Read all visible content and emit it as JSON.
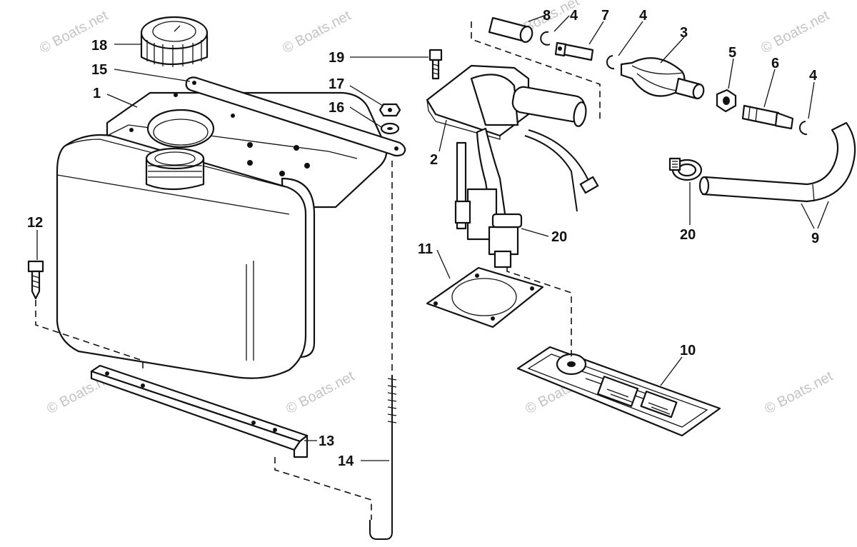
{
  "watermark": "© Boats.net",
  "callouts": {
    "c1": "1",
    "c2": "2",
    "c3": "3",
    "c4a": "4",
    "c4b": "4",
    "c4c": "4",
    "c5": "5",
    "c6": "6",
    "c7": "7",
    "c8": "8",
    "c9": "9",
    "c10": "10",
    "c11": "11",
    "c12": "12",
    "c13": "13",
    "c14": "14",
    "c15": "15",
    "c16": "16",
    "c17": "17",
    "c18": "18",
    "c19": "19",
    "c20a": "20",
    "c20b": "20"
  },
  "icons": {
    "fuel_tank": "fuel-tank-icon",
    "filler_cap": "filler-cap-icon",
    "pickup_unit": "fuel-pickup-icon",
    "primer_bulb": "primer-bulb-icon",
    "hose": "fuel-hose-icon",
    "gasket": "gasket-icon",
    "float_plate": "float-plate-icon"
  },
  "colors": {
    "ink": "#111111",
    "paper": "#ffffff",
    "watermark": "#c4c4c4"
  }
}
